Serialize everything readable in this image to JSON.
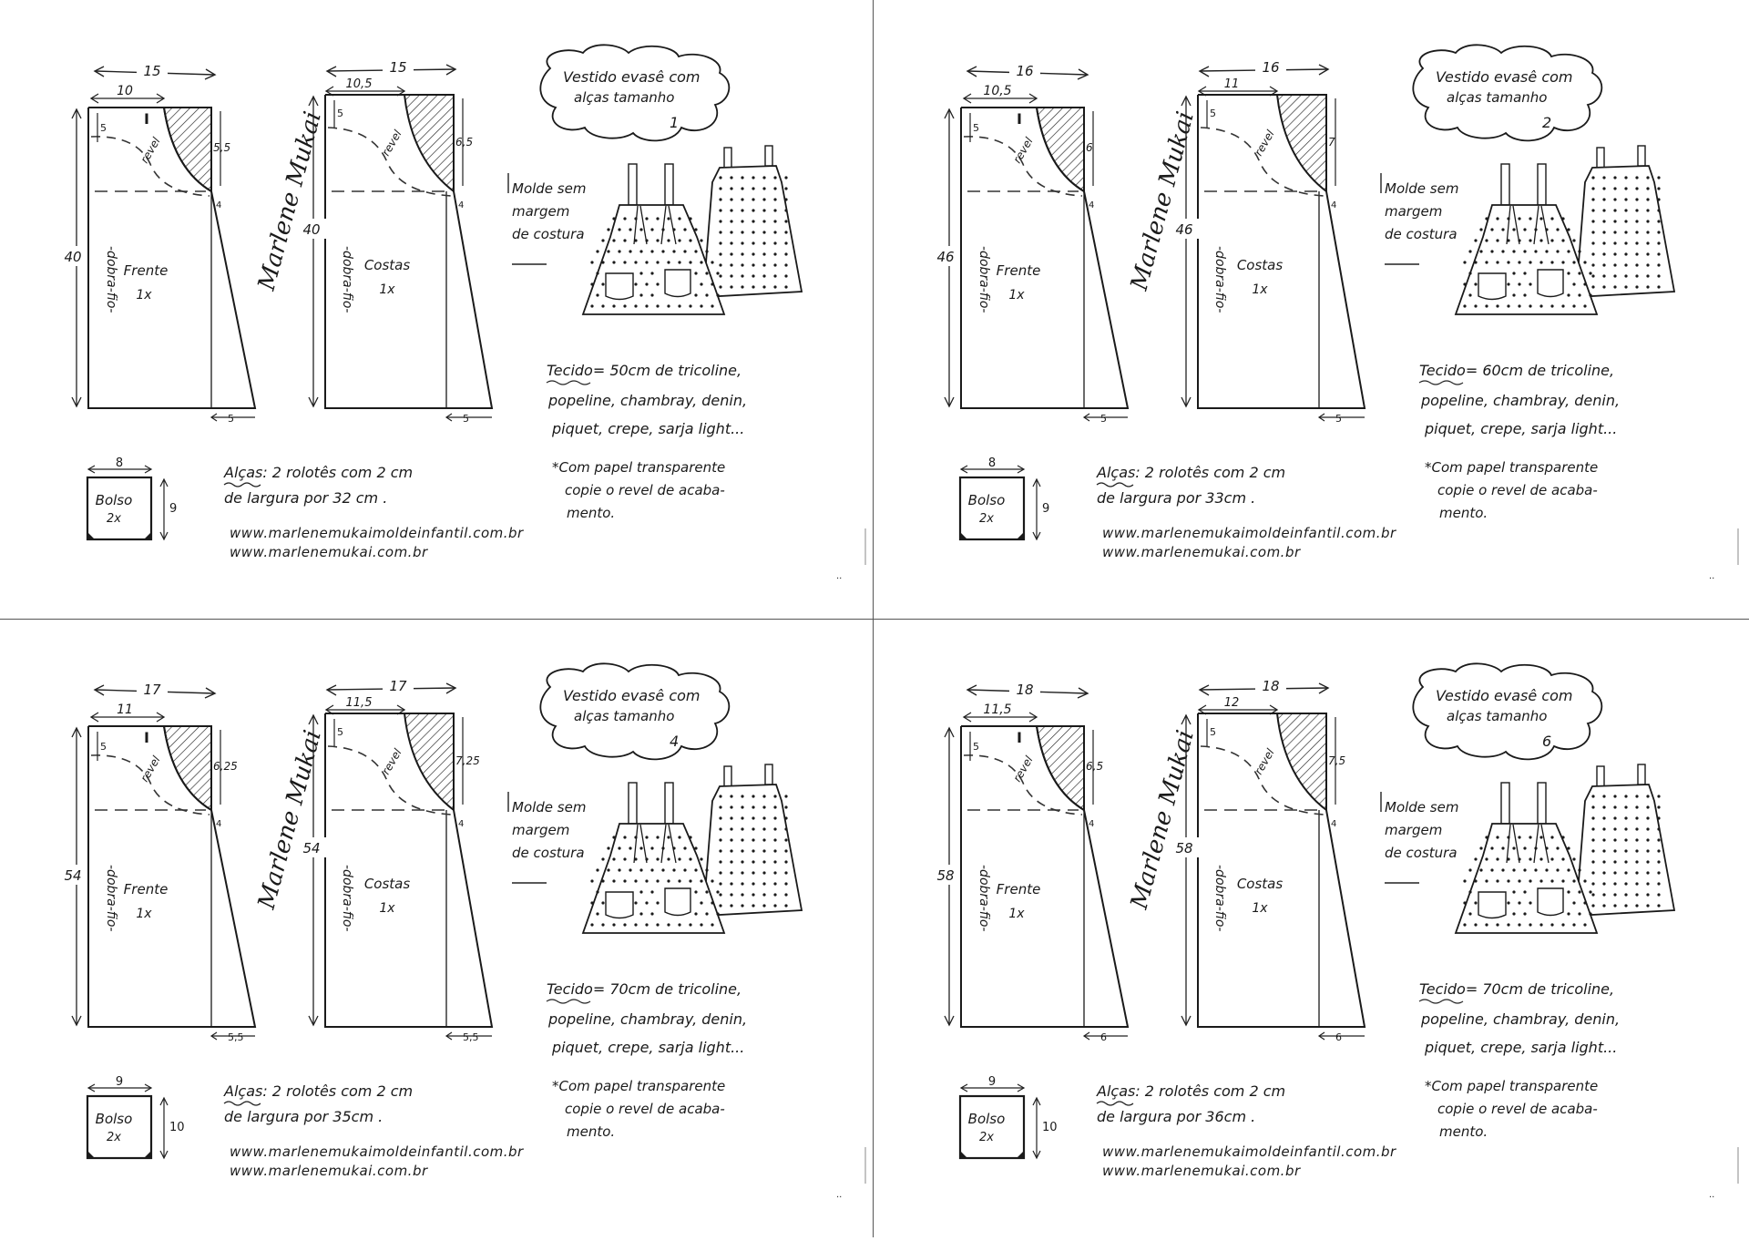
{
  "panels": [
    {
      "id": "t1",
      "top_width": "15",
      "front_neck_width": "10",
      "back_neck_width": "10,5",
      "front_armhole_depth": "5,5",
      "back_armhole_depth": "6,5",
      "length": "40",
      "hem_flare": "5",
      "title_line1": "Vestido evasê com",
      "title_line2": "alças tamanho",
      "size": "1",
      "fabric": "Tecido= 50cm de tricoline,",
      "strap_length": "de largura por 32 cm .",
      "pocket_width": "8",
      "pocket_height": "9"
    },
    {
      "id": "t2",
      "top_width": "16",
      "front_neck_width": "10,5",
      "back_neck_width": "11",
      "front_armhole_depth": "6",
      "back_armhole_depth": "7",
      "length": "46",
      "hem_flare": "5",
      "title_line1": "Vestido evasê com",
      "title_line2": "alças tamanho",
      "size": "2",
      "fabric": "Tecido= 60cm de tricoline,",
      "strap_length": "de largura por 33cm .",
      "pocket_width": "8",
      "pocket_height": "9"
    },
    {
      "id": "t4",
      "top_width": "17",
      "front_neck_width": "11",
      "back_neck_width": "11,5",
      "front_armhole_depth": "6,25",
      "back_armhole_depth": "7,25",
      "length": "54",
      "hem_flare": "5,5",
      "title_line1": "Vestido evasê com",
      "title_line2": "alças tamanho",
      "size": "4",
      "fabric": "Tecido= 70cm de tricoline,",
      "strap_length": "de largura por 35cm .",
      "pocket_width": "9",
      "pocket_height": "10"
    },
    {
      "id": "t6",
      "top_width": "18",
      "front_neck_width": "11,5",
      "back_neck_width": "12",
      "front_armhole_depth": "6,5",
      "back_armhole_depth": "7,5",
      "length": "58",
      "hem_flare": "6",
      "title_line1": "Vestido evasê com",
      "title_line2": "alças tamanho",
      "size": "6",
      "fabric": "Tecido= 70cm de tricoline,",
      "strap_length": "de largura por 36cm .",
      "pocket_width": "9",
      "pocket_height": "10"
    }
  ],
  "common": {
    "front_label": "Frente",
    "back_label": "Costas",
    "count_1x": "1x",
    "fold_label": "-dobra-fio-",
    "facing_label": "revel",
    "mark_I": "I",
    "neck_drop": "5",
    "underarm_mark": "4",
    "pattern_note_1": "Molde sem",
    "pattern_note_2": "margem",
    "pattern_note_3": "de costura",
    "fabric_types_1": "popeline, chambray, denin,",
    "fabric_types_2": "piquet, crepe, sarja light...",
    "strap_label": "Alças: 2 rolotês com 2 cm",
    "facing_note_1": "*Com papel transparente",
    "facing_note_2": "copie o revel de acaba-",
    "facing_note_3": "mento.",
    "url_1": "www.marlenemukaimoldeinfantil.com.br",
    "url_2": "www.marlenemukai.com.br",
    "pocket_label": "Bolso",
    "pocket_count": "2x",
    "signature": "Marlene Mukai"
  }
}
